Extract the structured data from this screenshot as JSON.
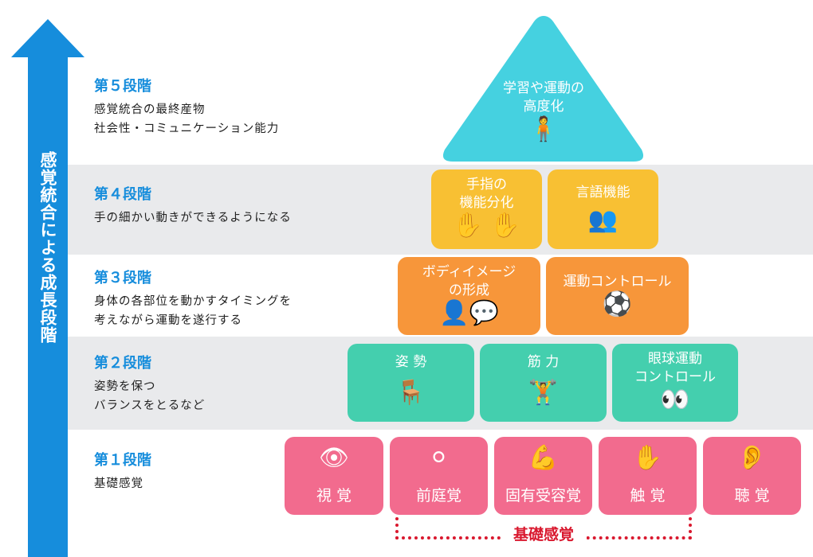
{
  "axis_label": "感覚統合による成長段階",
  "stages": [
    {
      "title": "第５段階",
      "desc": "感覚統合の最終産物\n社会性・コミュニケーション能力"
    },
    {
      "title": "第４段階",
      "desc": "手の細かい動きができるようになる"
    },
    {
      "title": "第３段階",
      "desc": "身体の各部位を動かすタイミングを\n考えながら運動を遂行する"
    },
    {
      "title": "第２段階",
      "desc": "姿勢を保つ\nバランスをとるなど"
    },
    {
      "title": "第１段階",
      "desc": "基礎感覚"
    }
  ],
  "level5": {
    "label": "学習や運動の\n高度化",
    "icon": "person-reading-icon"
  },
  "level4": [
    {
      "label": "手指の\n機能分化",
      "icon": "hands-icon"
    },
    {
      "label": "言語機能",
      "icon": "people-talking-icon"
    }
  ],
  "level3": [
    {
      "label": "ボディイメージ\nの形成",
      "icon": "person-speech-icon"
    },
    {
      "label": "運動コントロール",
      "icon": "balance-ball-icon"
    }
  ],
  "level2": [
    {
      "label": "姿 勢",
      "icon": "sitting-person-icon"
    },
    {
      "label": "筋 力",
      "icon": "dumbbell-icon"
    },
    {
      "label": "眼球運動\nコントロール",
      "icon": "eyes-icon"
    }
  ],
  "level1": [
    {
      "label": "視 覚",
      "icon": "eye-icon"
    },
    {
      "label": "前庭覚",
      "icon": "child-ball-icon"
    },
    {
      "label": "固有受容覚",
      "icon": "muscle-arm-icon"
    },
    {
      "label": "触 覚",
      "icon": "hand-icon"
    },
    {
      "label": "聴 覚",
      "icon": "ear-icon"
    }
  ],
  "bracket_label": "基礎感覚",
  "colors": {
    "arrow": "#168ddc",
    "level5": "#45d1e0",
    "level4": "#f8c033",
    "level3": "#f7963a",
    "level2": "#44cfae",
    "level1": "#f26b8e",
    "bracket": "#d9182e"
  }
}
